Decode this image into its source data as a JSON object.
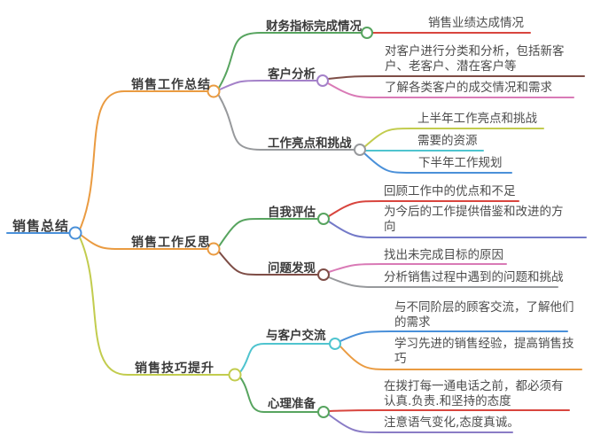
{
  "diagram_type": "mindmap",
  "palette": {
    "blue": "#4a90d9",
    "orange": "#ea9b41",
    "yellow_green": "#c2cc4e",
    "green": "#57a45f",
    "purple": "#a481c9",
    "gray": "#97999c",
    "maroon": "#7e4d46",
    "red": "#d8453e",
    "pink": "#d97ab6",
    "cyan": "#4fc4cf",
    "slate_blue": "#7379c8",
    "violet": "#8a7cc6",
    "label_text": "#3a3a3a",
    "leaf_text": "#4c4c4c",
    "background": "#ffffff"
  },
  "root": {
    "label": "销售总结",
    "color": "#4a90d9"
  },
  "branches": [
    {
      "label": "销售工作总结",
      "color": "#ea9b41",
      "children": [
        {
          "label": "财务指标完成情况",
          "color": "#57a45f",
          "leaves": [
            {
              "lines": [
                "销售业绩达成情况"
              ],
              "color": "#d8453e"
            }
          ]
        },
        {
          "label": "客户分析",
          "color": "#a481c9",
          "leaves": [
            {
              "lines": [
                "对客户进行分类和分析，包括新客",
                "户、老客户、潜在客户等"
              ],
              "color": "#7e4d46"
            },
            {
              "lines": [
                "了解各类客户的成交情况和需求"
              ],
              "color": "#d97ab6"
            }
          ]
        },
        {
          "label": "工作亮点和挑战",
          "color": "#97999c",
          "leaves": [
            {
              "lines": [
                "上半年工作亮点和挑战"
              ],
              "color": "#c2cc4e"
            },
            {
              "lines": [
                "需要的资源"
              ],
              "color": "#4fc4cf"
            },
            {
              "lines": [
                "下半年工作规划"
              ],
              "color": "#4a90d9"
            }
          ]
        }
      ]
    },
    {
      "label": "销售工作反思",
      "color": "#ea9b41",
      "children": [
        {
          "label": "自我评估",
          "color": "#57a45f",
          "leaves": [
            {
              "lines": [
                "回顾工作中的优点和不足"
              ],
              "color": "#d8453e"
            },
            {
              "lines": [
                "为今后的工作提供借鉴和改进的方",
                "向"
              ],
              "color": "#7379c8"
            }
          ]
        },
        {
          "label": "问题发现",
          "color": "#7e4d46",
          "leaves": [
            {
              "lines": [
                "找出未完成目标的原因"
              ],
              "color": "#d97ab6"
            },
            {
              "lines": [
                "分析销售过程中遇到的问题和挑战"
              ],
              "color": "#97999c"
            }
          ]
        }
      ]
    },
    {
      "label": "销售技巧提升",
      "color": "#c2cc4e",
      "children": [
        {
          "label": "与客户交流",
          "color": "#4fc4cf",
          "leaves": [
            {
              "lines": [
                "与不同阶层的顾客交流，了解他们",
                "的需求"
              ],
              "color": "#4a90d9"
            },
            {
              "lines": [
                "学习先进的销售经验，提高销售技",
                "巧"
              ],
              "color": "#ea9b41"
            }
          ]
        },
        {
          "label": "心理准备",
          "color": "#57a45f",
          "leaves": [
            {
              "lines": [
                "在拨打每一通电话之前，都必须有",
                "认真.负责.和坚持的态度"
              ],
              "color": "#d8453e"
            },
            {
              "lines": [
                "注意语气变化,态度真诚。"
              ],
              "color": "#8a7cc6"
            }
          ]
        }
      ]
    }
  ]
}
